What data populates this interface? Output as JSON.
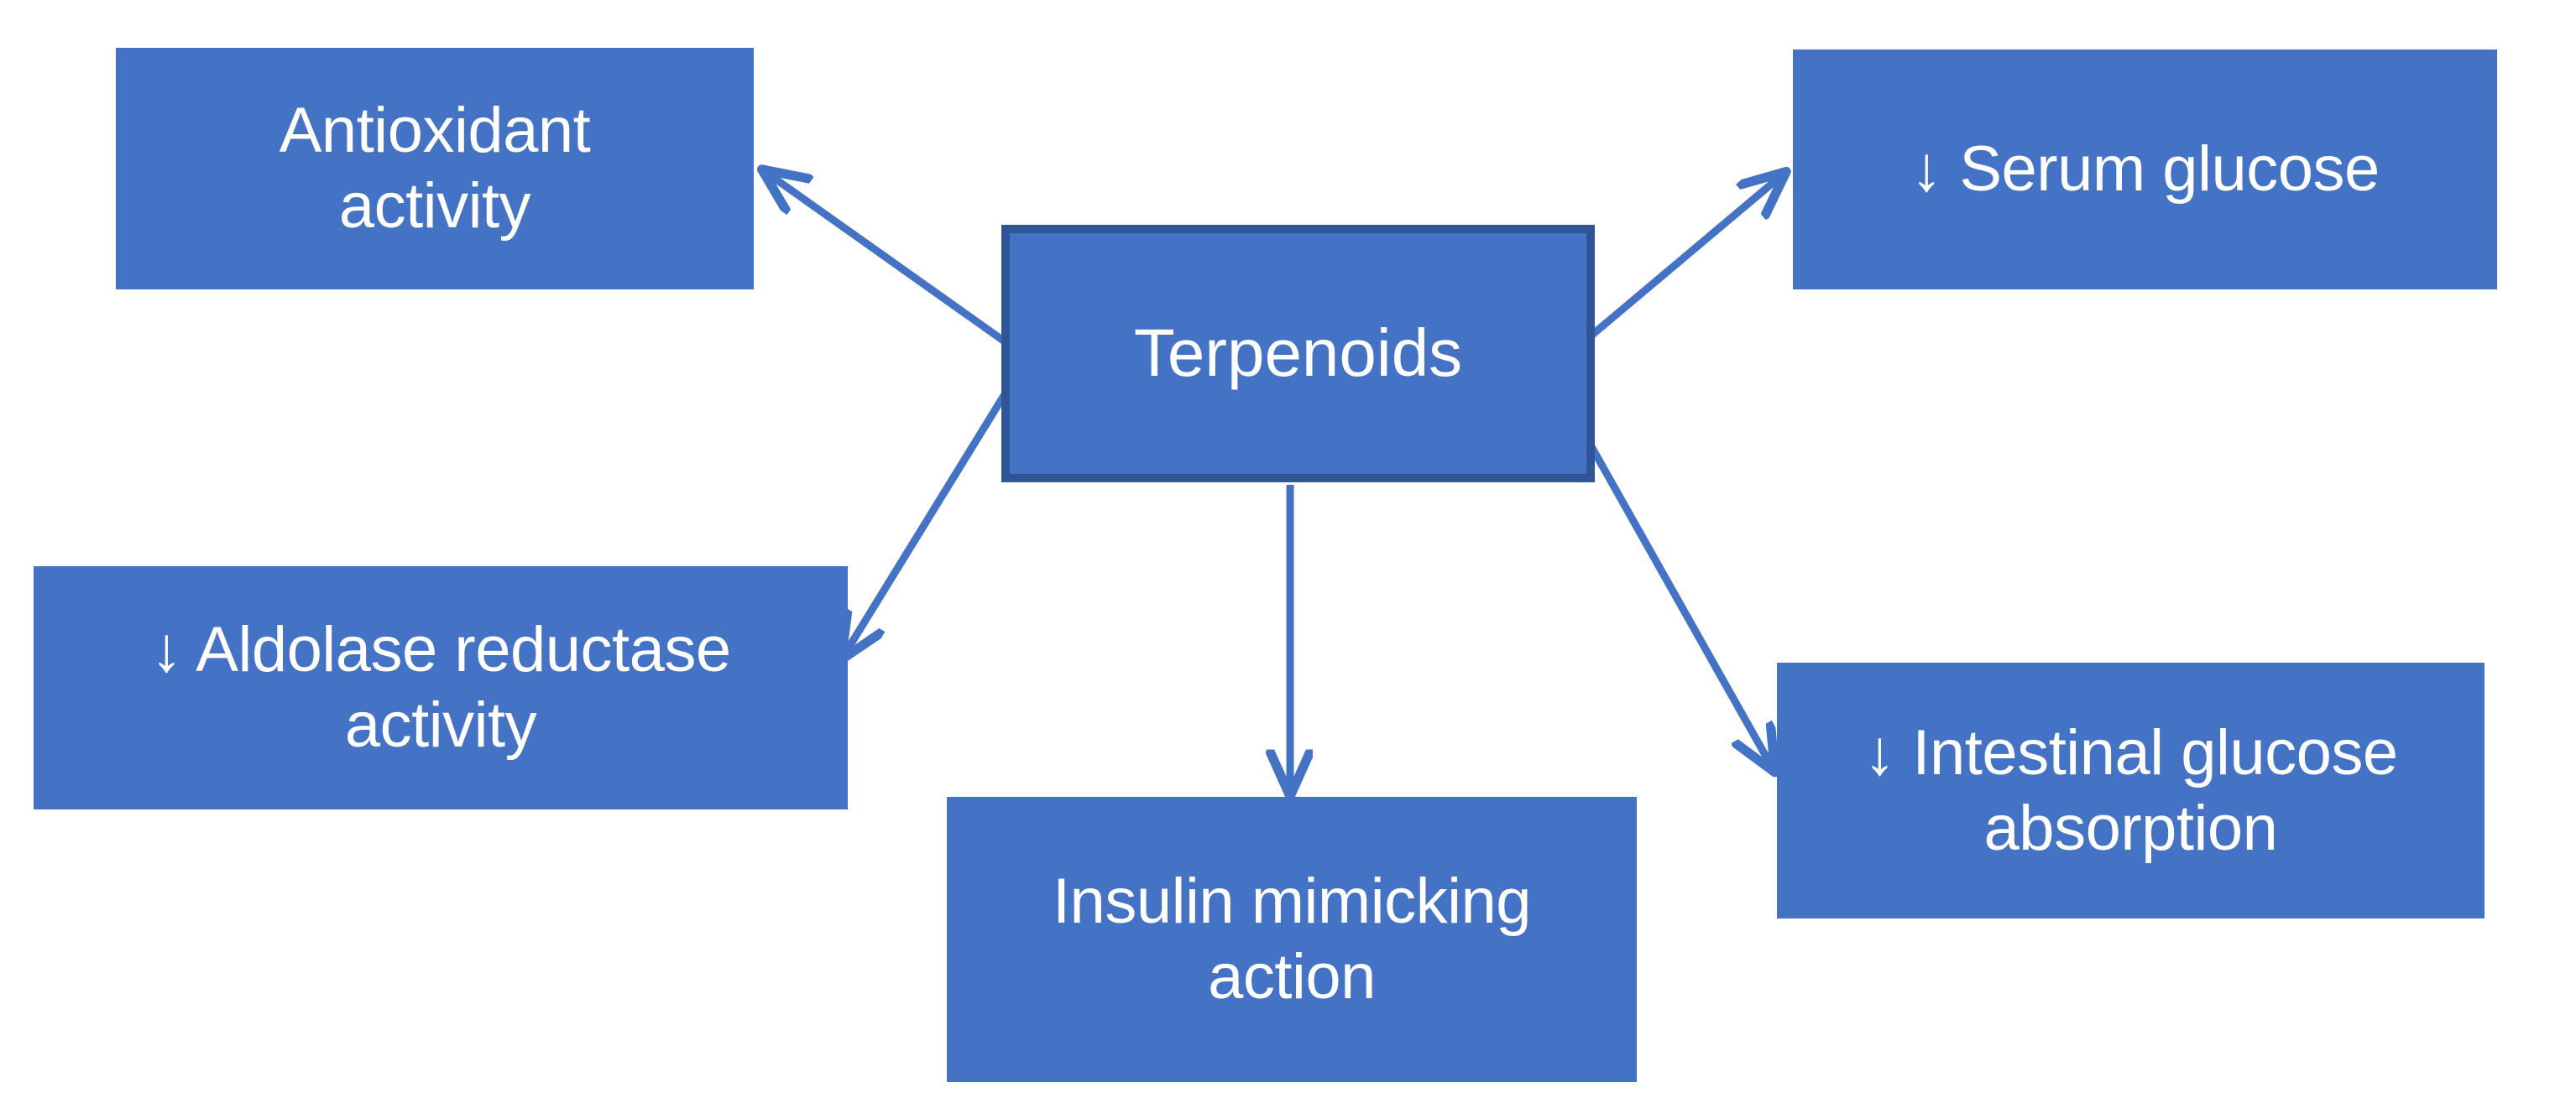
{
  "diagram": {
    "title": "Terpenoids antidiabetic mechanisms concept map",
    "type": "hub-and-spoke concept map",
    "colors": {
      "node_fill": "#4472C4",
      "node_border": "#2F5597",
      "connector": "#4472C4",
      "text": "#FFFFFF",
      "background": "#FFFFFF"
    },
    "center": {
      "id": "terpenoids",
      "label": "Terpenoids"
    },
    "nodes": [
      {
        "id": "antioxidant",
        "label": "Antioxidant\nactivity"
      },
      {
        "id": "serum-glucose",
        "label": "↓ Serum glucose"
      },
      {
        "id": "aldolase",
        "label": "↓ Aldolase reductase\nactivity"
      },
      {
        "id": "insulin",
        "label": "Insulin mimicking\naction"
      },
      {
        "id": "intestinal",
        "label": "↓ Intestinal glucose\nabsorption"
      }
    ],
    "edges": [
      {
        "id": "edge-terpenoids-antioxidant",
        "from": "terpenoids",
        "to": "antioxidant",
        "direction": "to-target"
      },
      {
        "id": "edge-terpenoids-serum",
        "from": "terpenoids",
        "to": "serum-glucose",
        "direction": "to-target"
      },
      {
        "id": "edge-terpenoids-aldolase",
        "from": "terpenoids",
        "to": "aldolase",
        "direction": "to-target"
      },
      {
        "id": "edge-terpenoids-insulin",
        "from": "terpenoids",
        "to": "insulin",
        "direction": "to-target"
      },
      {
        "id": "edge-terpenoids-intestinal",
        "from": "terpenoids",
        "to": "intestinal",
        "direction": "to-target"
      }
    ],
    "icons": {
      "down-arrow-glyph": "↓",
      "arrowhead": "arrowhead-icon"
    }
  }
}
